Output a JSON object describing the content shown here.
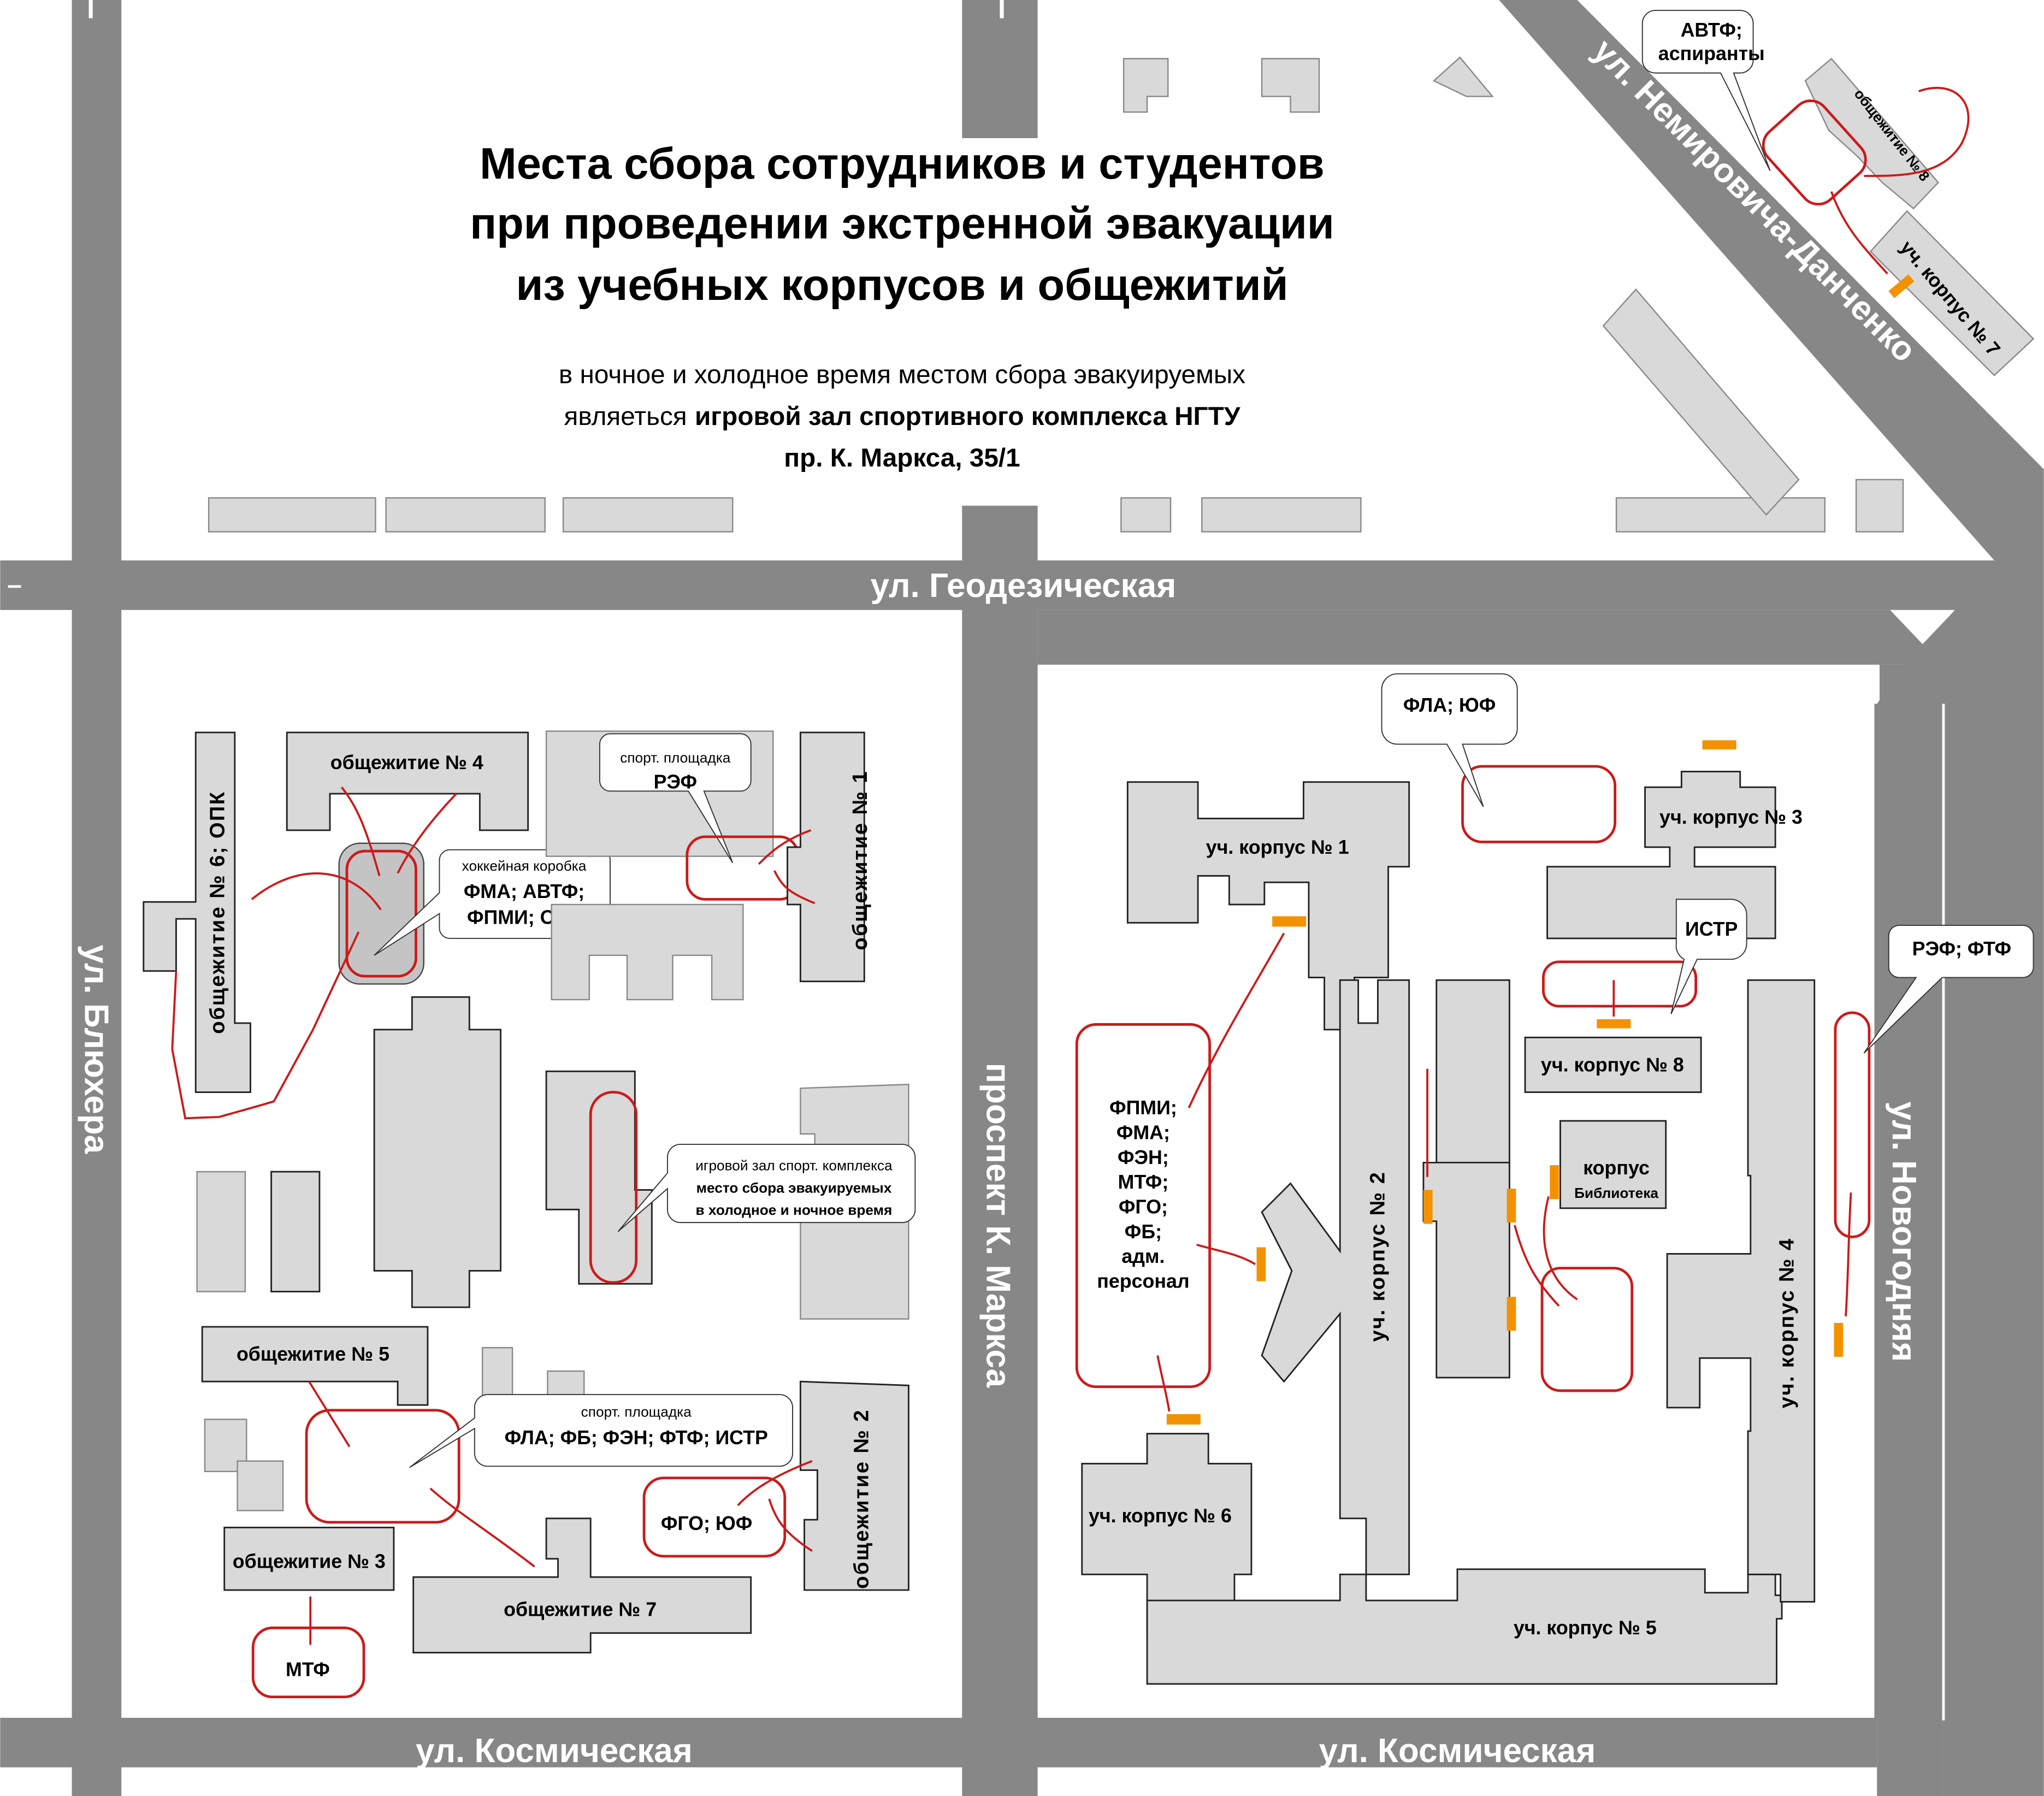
{
  "title": {
    "line1": "Места сбора сотрудников и студентов",
    "line2": "при проведении экстренной эвакуации",
    "line3": "из учебных корпусов и общежитий"
  },
  "subtitle": {
    "line1": "в ночное и холодное время местом сбора эвакуируемых",
    "line2_normal": "являеться",
    "line2_bold": "игровой зал спортивного комплекса НГТУ",
    "line3": "пр. К. Маркса, 35/1"
  },
  "streets": {
    "geodezicheskaya": "ул. Геодезическая",
    "kosmicheskaya_left": "ул.  Космическая",
    "kosmicheskaya_right": "ул.  Космическая",
    "blyukhera": "ул. Блюхера",
    "karla_marksa": "проспект К. Маркса",
    "novogodnyaya": "ул. Новогодняя",
    "nemirovicha": "ул. Немировича-Данченко"
  },
  "buildings": {
    "dorm1": "общежитие № 1",
    "dorm2": "общежитие № 2",
    "dorm3": "общежитие № 3",
    "dorm4": "общежитие № 4",
    "dorm5": "общежитие № 5",
    "dorm6": "общежитие № 6; ОПК",
    "dorm7": "общежитие № 7",
    "dorm8": "общежитие № 8",
    "corp1": "уч. корпус № 1",
    "corp2": "уч. корпус № 2",
    "corp3": "уч. корпус № 3",
    "corp4": "уч. корпус № 4",
    "corp5": "уч. корпус № 5",
    "corp6": "уч. корпус № 6",
    "corp7": "уч. корпус № 7",
    "corp8": "уч. корпус № 8",
    "library_line1": "корпус",
    "library_line2": "Библиотека"
  },
  "assembly_points": {
    "avtf_asp": {
      "line1": "АВТФ;",
      "line2": "аспиранты"
    },
    "ref_field": {
      "caption": "спорт. площадка",
      "groups": "РЭФ"
    },
    "hockey": {
      "caption": "хоккейная коробка",
      "line1": "ФМА; АВТФ;",
      "line2": "ФПМИ; ОПК"
    },
    "gym": {
      "line1": "игровой зал спорт. комплекса",
      "line2": "место сбора эвакуируемых",
      "line3": "в холодное и ночное время"
    },
    "south_field": {
      "caption": "спорт. площадка",
      "groups": "ФЛА; ФБ; ФЭН; ФТФ; ИСТР"
    },
    "fgo_yuf": "ФГО; ЮФ",
    "mtf": "МТФ",
    "fla_yuf": "ФЛА; ЮФ",
    "istr": "ИСТР",
    "ref_ftf": "РЭФ; ФТФ",
    "main_zone": [
      "ФПМИ;",
      "ФМА;",
      "ФЭН;",
      "МТФ;",
      "ФГО;",
      "ФБ;",
      "адм.",
      "персонал"
    ]
  },
  "colors": {
    "road": "#878787",
    "building": "#d9d9d9",
    "assembly_zone": "#cc1a1a",
    "exit": "#f39200"
  }
}
